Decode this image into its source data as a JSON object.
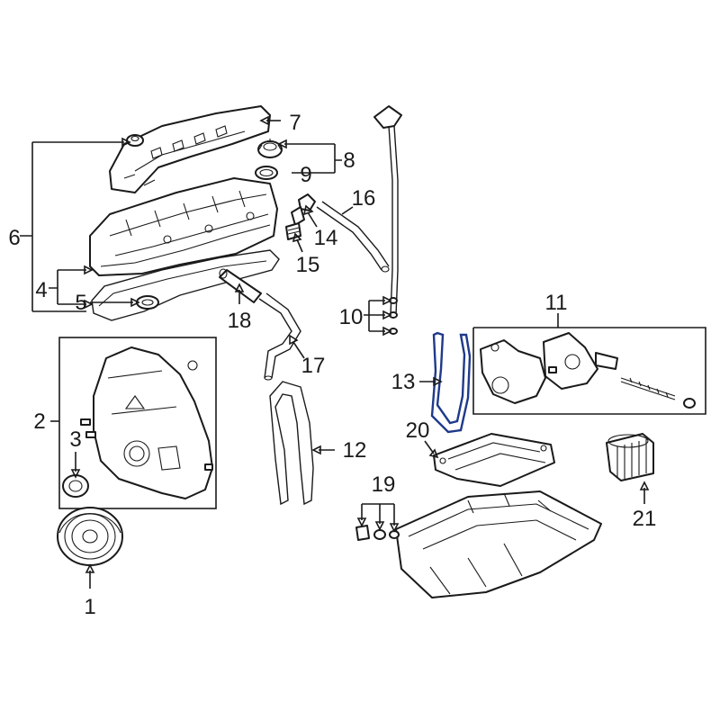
{
  "diagram": {
    "highlight_color": "#1f3a8a",
    "line_color": "#1a1a1a",
    "highlighted_part": "13",
    "callouts": [
      {
        "id": "c1",
        "label": "1",
        "part": "crankshaft-pulley"
      },
      {
        "id": "c2",
        "label": "2",
        "part": "timing-cover"
      },
      {
        "id": "c3",
        "label": "3",
        "part": "cover-seal"
      },
      {
        "id": "c4",
        "label": "4",
        "part": "valve-cover-gasket"
      },
      {
        "id": "c5",
        "label": "5",
        "part": "spark-plug-tube-seal"
      },
      {
        "id": "c6",
        "label": "6",
        "part": "valve-cover-assembly"
      },
      {
        "id": "c7",
        "label": "7",
        "part": "engine-cover"
      },
      {
        "id": "c8",
        "label": "8",
        "part": "oil-filler-cap"
      },
      {
        "id": "c9",
        "label": "9",
        "part": "cap-seal"
      },
      {
        "id": "c10",
        "label": "10",
        "part": "dipstick-tube-orings"
      },
      {
        "id": "c11",
        "label": "11",
        "part": "oil-pump-assembly"
      },
      {
        "id": "c12",
        "label": "12",
        "part": "timing-chain"
      },
      {
        "id": "c13",
        "label": "13",
        "part": "oil-pump-chain"
      },
      {
        "id": "c14",
        "label": "14",
        "part": "pcv-valve"
      },
      {
        "id": "c15",
        "label": "15",
        "part": "pcv-grommet"
      },
      {
        "id": "c16",
        "label": "16",
        "part": "breather-hose"
      },
      {
        "id": "c17",
        "label": "17",
        "part": "pcv-hose"
      },
      {
        "id": "c18",
        "label": "18",
        "part": "hose-connector"
      },
      {
        "id": "c19",
        "label": "19",
        "part": "drain-plug-and-washers"
      },
      {
        "id": "c20",
        "label": "20",
        "part": "oil-baffle-plate"
      },
      {
        "id": "c21",
        "label": "21",
        "part": "oil-filter"
      }
    ]
  }
}
